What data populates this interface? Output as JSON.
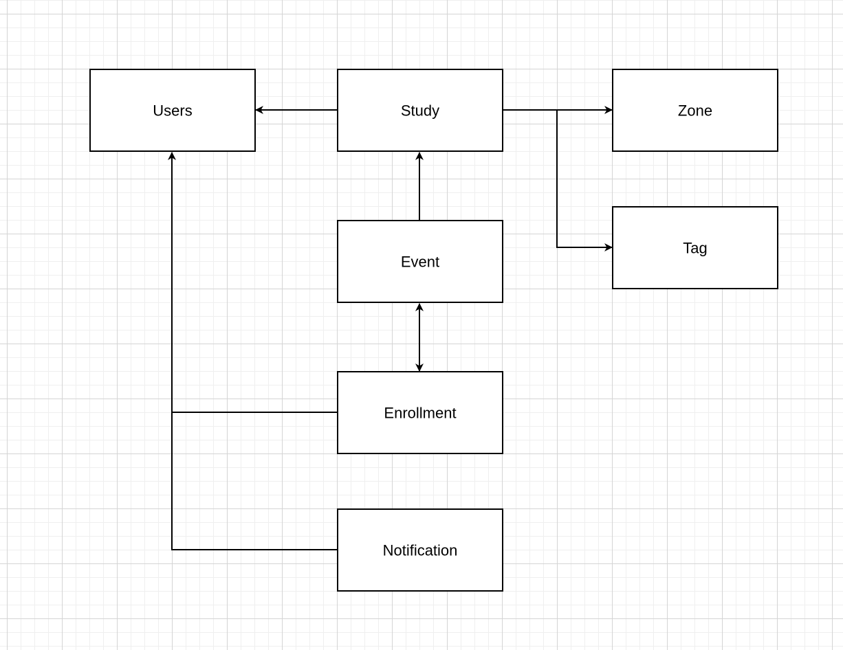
{
  "diagram": {
    "nodes": [
      {
        "id": "users",
        "label": "Users"
      },
      {
        "id": "study",
        "label": "Study"
      },
      {
        "id": "zone",
        "label": "Zone"
      },
      {
        "id": "tag",
        "label": "Tag"
      },
      {
        "id": "event",
        "label": "Event"
      },
      {
        "id": "enrollment",
        "label": "Enrollment"
      },
      {
        "id": "notification",
        "label": "Notification"
      }
    ],
    "edges": [
      {
        "from": "study",
        "to": "users",
        "arrow": "end"
      },
      {
        "from": "study",
        "to": "zone",
        "arrow": "end"
      },
      {
        "from": "study",
        "to": "tag",
        "arrow": "end"
      },
      {
        "from": "event",
        "to": "study",
        "arrow": "end"
      },
      {
        "from": "event",
        "to": "enrollment",
        "arrow": "both"
      },
      {
        "from": "enrollment",
        "to": "users",
        "arrow": "end"
      },
      {
        "from": "notification",
        "to": "users",
        "arrow": "end"
      }
    ],
    "colors": {
      "stroke": "#000000",
      "fill": "#ffffff",
      "grid": "#d4d4d4"
    }
  }
}
